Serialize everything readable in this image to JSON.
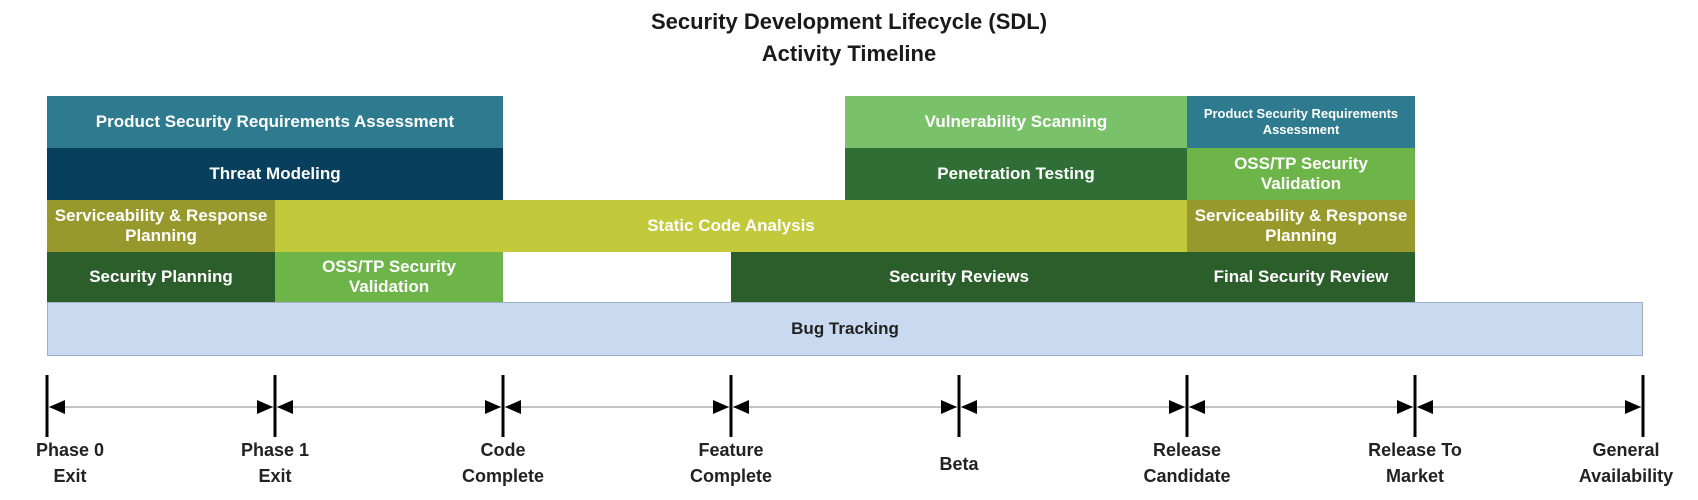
{
  "diagram": {
    "title_line1": "Security Development Lifecycle (SDL)",
    "title_line2": "Activity Timeline",
    "activities": [
      {
        "label": "Product Security Requirements Assessment",
        "start": 0,
        "end": 2,
        "row": 0,
        "color": "#2e7b8f",
        "small": false
      },
      {
        "label": "Threat Modeling",
        "start": 0,
        "end": 2,
        "row": 1,
        "color": "#073f5c",
        "small": false
      },
      {
        "label": "Serviceability & Response Planning",
        "start": 0,
        "end": 1,
        "row": 2,
        "color": "#97992c",
        "small": false
      },
      {
        "label": "Static Code Analysis",
        "start": 1,
        "end": 5,
        "row": 2,
        "color": "#c2c93a",
        "small": false
      },
      {
        "label": "Security Planning",
        "start": 0,
        "end": 1,
        "row": 3,
        "color": "#2b5e2b",
        "small": false
      },
      {
        "label": "OSS/TP Security Validation",
        "start": 1,
        "end": 2,
        "row": 3,
        "color": "#6db548",
        "small": false
      },
      {
        "label": "Vulnerability Scanning",
        "start": 3.5,
        "end": 5,
        "row": 0,
        "color": "#79c26a",
        "small": false
      },
      {
        "label": "Penetration Testing",
        "start": 3.5,
        "end": 5,
        "row": 1,
        "color": "#2f6f35",
        "small": false
      },
      {
        "label": "Security Reviews",
        "start": 3,
        "end": 5,
        "row": 3,
        "color": "#2b5e2b",
        "small": false
      },
      {
        "label": "Product Security Requirements Assessment",
        "start": 5,
        "end": 6,
        "row": 0,
        "color": "#2e7b8f",
        "small": true
      },
      {
        "label": "OSS/TP Security Validation",
        "start": 5,
        "end": 6,
        "row": 1,
        "color": "#6db548",
        "small": false
      },
      {
        "label": "Serviceability & Response Planning",
        "start": 5,
        "end": 6,
        "row": 2,
        "color": "#97992c",
        "small": false
      },
      {
        "label": "Final Security Review",
        "start": 5,
        "end": 6,
        "row": 3,
        "color": "#2b5e2b",
        "small": false
      },
      {
        "label": "Bug Tracking",
        "start": 0,
        "end": 7,
        "row": 4,
        "color": "#c9d9f0",
        "small": false
      }
    ],
    "milestones": [
      {
        "label": "Phase 0\nExit"
      },
      {
        "label": "Phase 1\nExit"
      },
      {
        "label": "Code\nComplete"
      },
      {
        "label": "Feature\nComplete"
      },
      {
        "label": "Beta"
      },
      {
        "label": "Release\nCandidate"
      },
      {
        "label": "Release To\nMarket"
      },
      {
        "label": "General\nAvailability"
      }
    ],
    "colors": {
      "axis": "#000000",
      "connector": "#b0b0b0",
      "bug_tracking": "#c9d9f0"
    }
  }
}
